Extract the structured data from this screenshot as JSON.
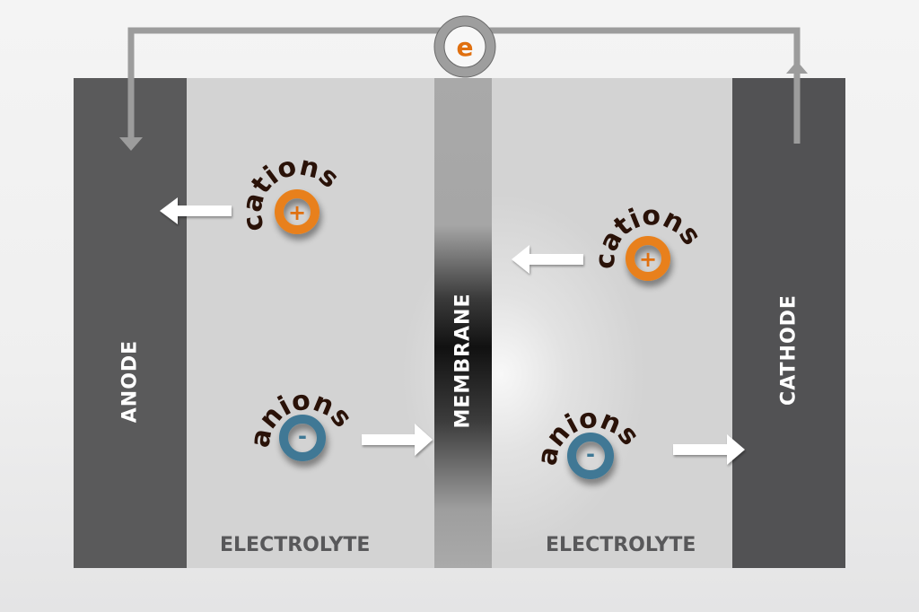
{
  "title": "Ion flow in an electrochemical cell",
  "labels": {
    "anode": "ANODE",
    "cathode": "CATHODE",
    "membrane": "MEMBRANE",
    "electrolyte_left": "ELECTROLYTE",
    "electrolyte_right": "ELECTROLYTE"
  },
  "electron": {
    "symbol": "e",
    "color": "#e07010"
  },
  "ions": {
    "cation_left": {
      "word": "cations",
      "sign": "+",
      "color": "#e8801a"
    },
    "anion_left": {
      "word": "anions",
      "sign": "-",
      "color": "#3f7895"
    },
    "cation_right": {
      "word": "cations",
      "sign": "+",
      "color": "#e8801a"
    },
    "anion_right": {
      "word": "anions",
      "sign": "-",
      "color": "#3f7895"
    }
  },
  "flows": {
    "cation_left": "toward anode",
    "anion_left": "toward membrane",
    "cation_right": "toward membrane",
    "anion_right": "toward cathode",
    "electrons": "from cathode side wire to anode"
  }
}
